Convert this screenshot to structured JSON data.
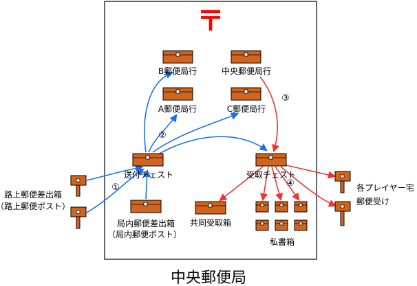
{
  "post_mark": "〒",
  "title": "中央郵便局",
  "boxes": {
    "b": "B郵便局行",
    "central": "中央郵便局行",
    "a": "A郵便局行",
    "c": "C郵便局行",
    "send": "送付チェスト",
    "receive": "受取チェスト",
    "inner_line1": "局内郵便差出箱",
    "inner_line2": "（局内郵便ポスト）",
    "street_line1": "路上郵便差出箱",
    "street_line2": "（路上郵便ポスト）",
    "shared": "共同受取箱",
    "private": "私書箱",
    "players_line1": "各プレイヤー宅",
    "players_line2": "郵便受け"
  },
  "steps": {
    "s1": "①",
    "s2": "②",
    "s3": "③",
    "s4": "④"
  },
  "colors": {
    "chest_fill": "#d2651e",
    "chest_stroke": "#000000",
    "blue_arrow": "#1e6ef0",
    "red_arrow": "#f03232",
    "mark_red": "#ff0000"
  }
}
